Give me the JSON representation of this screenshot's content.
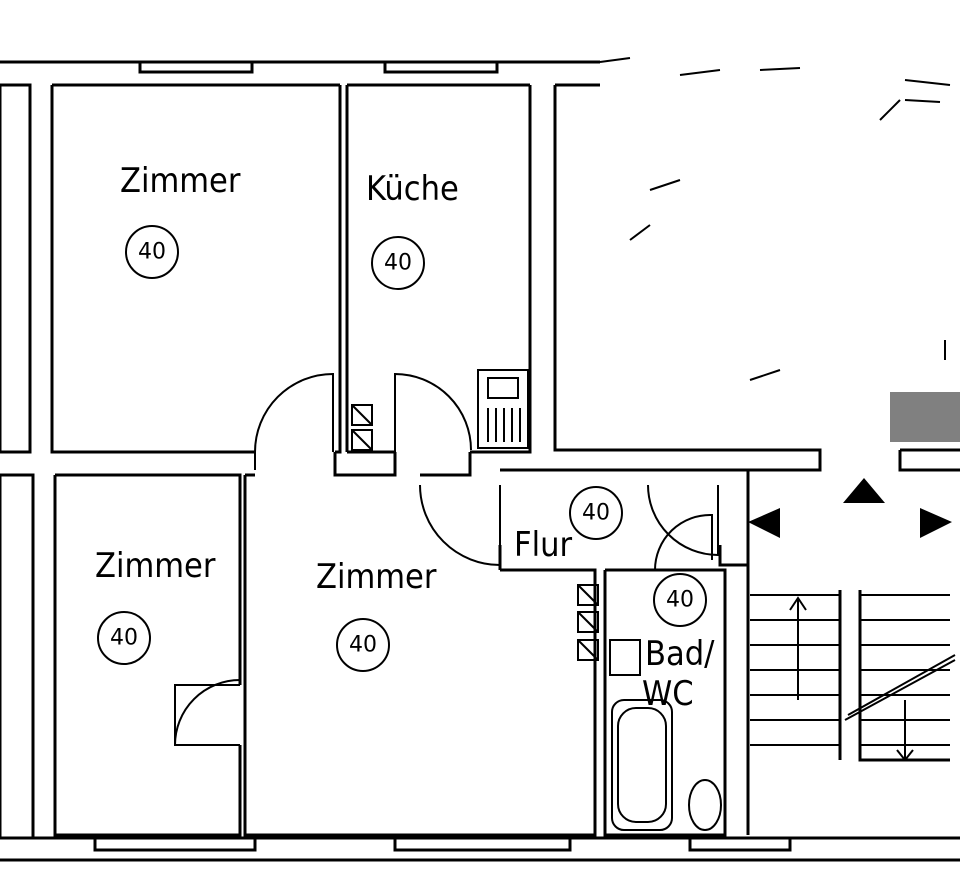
{
  "rooms": [
    {
      "name": "Zimmer",
      "number": "40"
    },
    {
      "name": "Küche",
      "number": "40"
    },
    {
      "name": "Zimmer",
      "number": "40"
    },
    {
      "name": "Zimmer",
      "number": "40"
    },
    {
      "name": "Flur",
      "number": "40"
    },
    {
      "name": "Bad/",
      "name2": "WC",
      "number": "40"
    }
  ],
  "colors": {
    "wall": "#000000",
    "gray_block": "#808080"
  }
}
